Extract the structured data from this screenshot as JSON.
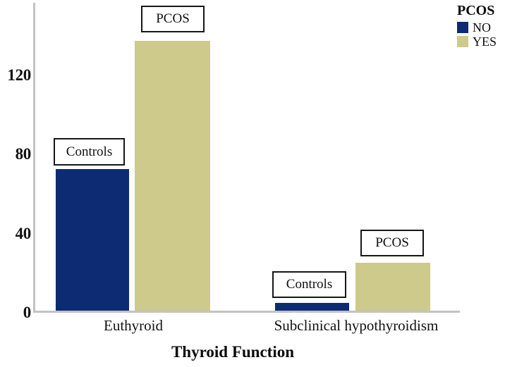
{
  "chart_data": {
    "type": "bar",
    "title": "",
    "xlabel": "Thyroid Function",
    "ylabel": "",
    "categories": [
      "Euthyroid",
      "Subclinical hypothyroidism"
    ],
    "series": [
      {
        "name": "NO",
        "color": "#0d2b72",
        "values": [
          72,
          4
        ]
      },
      {
        "name": "YES",
        "color": "#cdca8c",
        "values": [
          137,
          24
        ]
      }
    ],
    "yticks": [
      0,
      40,
      80,
      120
    ],
    "ylim": [
      0,
      155
    ],
    "grid": false,
    "legend_position": "top-right",
    "annotations": [
      {
        "text": "Controls",
        "series": "NO",
        "category": "Euthyroid"
      },
      {
        "text": "PCOS",
        "series": "YES",
        "category": "Euthyroid"
      },
      {
        "text": "Controls",
        "series": "NO",
        "category": "Subclinical hypothyroidism"
      },
      {
        "text": "PCOS",
        "series": "YES",
        "category": "Subclinical hypothyroidism"
      }
    ]
  },
  "axis": {
    "ticks": {
      "t0": "0",
      "t40": "40",
      "t80": "80",
      "t120": "120"
    },
    "x_title": "Thyroid Function",
    "categories": {
      "c0": "Euthyroid",
      "c1": "Subclinical hypothyroidism"
    }
  },
  "callouts": {
    "eu_no": "Controls",
    "eu_yes": "PCOS",
    "sub_no": "Controls",
    "sub_yes": "PCOS"
  },
  "legend": {
    "title": "PCOS",
    "items": [
      {
        "label": "NO",
        "color": "#0d2b72"
      },
      {
        "label": "YES",
        "color": "#cdca8c"
      }
    ]
  }
}
